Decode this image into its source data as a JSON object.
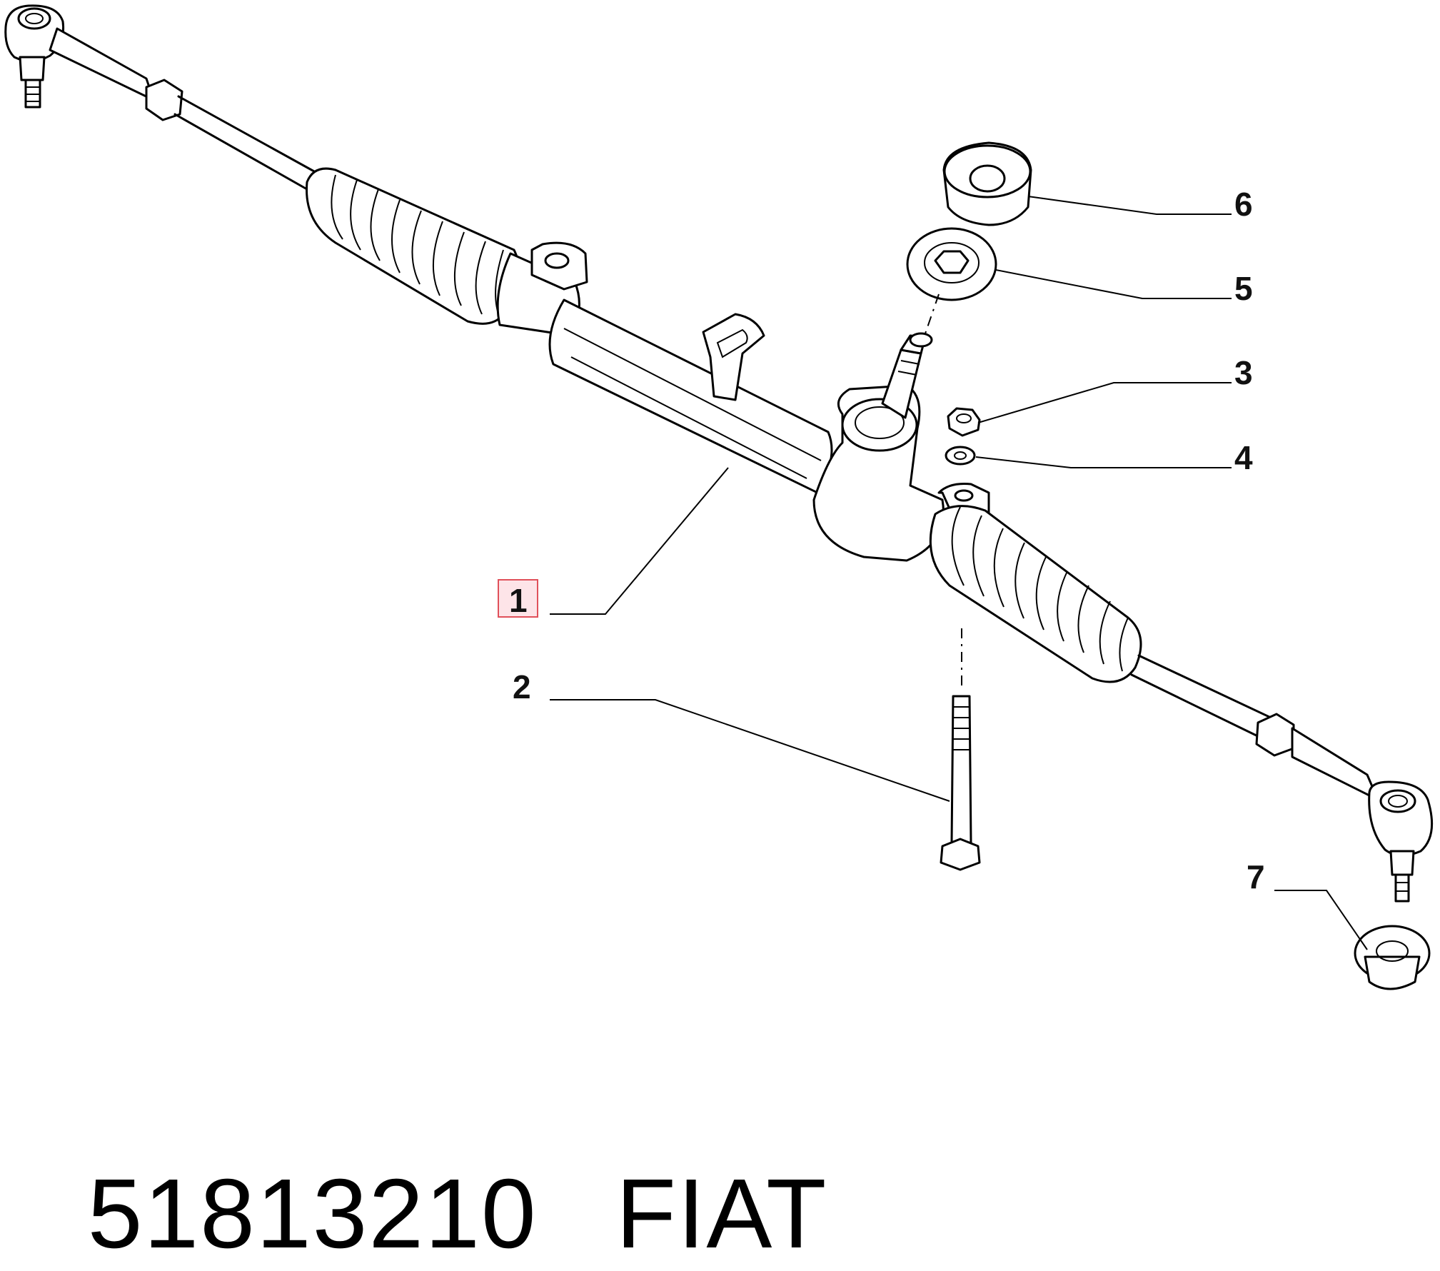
{
  "callouts": [
    {
      "id": "1",
      "label": "1",
      "highlighted": true
    },
    {
      "id": "2",
      "label": "2"
    },
    {
      "id": "3",
      "label": "3"
    },
    {
      "id": "4",
      "label": "4"
    },
    {
      "id": "5",
      "label": "5"
    },
    {
      "id": "6",
      "label": "6"
    },
    {
      "id": "7",
      "label": "7"
    }
  ],
  "footer": {
    "part_number": "51813210",
    "brand": "FIAT"
  },
  "colors": {
    "highlight_fill": "#fde4e8",
    "highlight_border": "#e0505a",
    "line": "#000000"
  }
}
